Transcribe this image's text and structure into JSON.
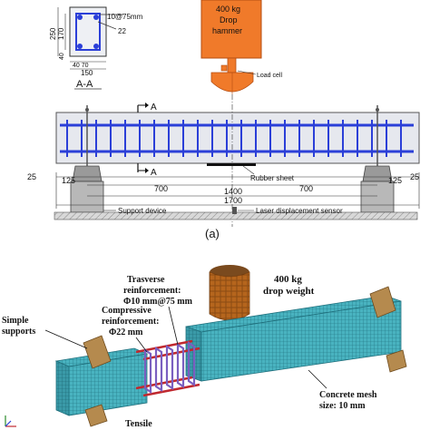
{
  "section": {
    "stirrup_label": "10@75mm",
    "bar_label": "22",
    "dim_height_total": "250",
    "dim_height_inner": "170",
    "dim_height_bottom": "40",
    "dim_width_parts": "40 70",
    "dim_width_total": "150",
    "section_title": "A-A"
  },
  "hammer": {
    "label_line1": "400 kg",
    "label_line2": "Drop",
    "label_line3": "hammer",
    "load_cell": "Load cell"
  },
  "beam": {
    "section_mark": "A",
    "rubber_sheet": "Rubber sheet",
    "dim_overhang_left": "25",
    "dim_overhang_right": "25",
    "dim_support_left": "125",
    "dim_support_right": "125",
    "dim_half_left": "700",
    "dim_half_right": "700",
    "dim_span": "1400",
    "dim_total": "1700",
    "support_device": "Support device",
    "laser_sensor": "Laser displacement sensor"
  },
  "caption_a": "(a)",
  "model": {
    "drop_weight_line1": "400 kg",
    "drop_weight_line2": "drop weight",
    "transverse_line1": "Trasverse",
    "transverse_line2": "reinforcement:",
    "transverse_line3": "Φ10 mm@75 mm",
    "compressive_line1": "Compressive",
    "compressive_line2": "reinforcement:",
    "compressive_line3": "Φ22 mm",
    "supports_line1": "Simple",
    "supports_line2": "supports",
    "mesh_line1": "Concrete mesh",
    "mesh_line2": "size: 10 mm",
    "tensile": "Tensile"
  },
  "colors": {
    "hammer": "#f07a2a",
    "rebar": "#2b3fd8",
    "beam_fill": "#e6e8ee",
    "mesh": "#3aa6b4",
    "rebar_red": "#c0282e",
    "support_wood": "#b58a4e"
  }
}
